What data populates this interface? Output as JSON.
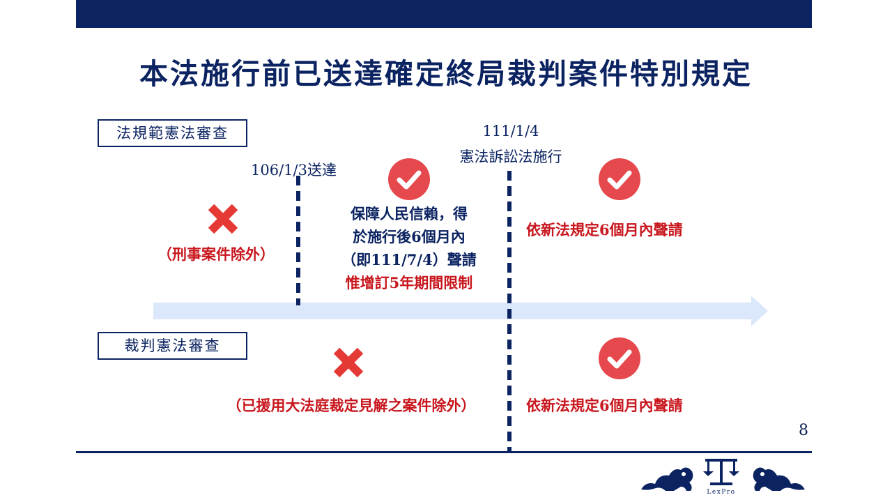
{
  "title": "本法施行前已送達確定終局裁判案件特別規定",
  "page_number": "8",
  "sections": {
    "norm": {
      "label": "法規範憲法審查",
      "left_note": "（刑事案件除外）",
      "middle_lines": [
        "保障人民信賴，得",
        "於施行後6個月內",
        "（即111/7/4）聲請"
      ],
      "middle_highlight": "惟增訂5年期間限制",
      "right_note": "依新法規定6個月內聲請"
    },
    "judgment": {
      "label": "裁判憲法審查",
      "middle_note": "（已援用大法庭裁定見解之案件除外）",
      "right_note": "依新法規定6個月內聲請"
    }
  },
  "milestones": {
    "served": "106/1/3送達",
    "effective_date": "111/1/4",
    "effective_label": "憲法訴訟法施行"
  },
  "logo": {
    "text": "LexPro"
  },
  "colors": {
    "navy": "#0b2361",
    "red": "#c8161d",
    "check_red": "#e5484d",
    "arrow": "#dbe7fb"
  }
}
